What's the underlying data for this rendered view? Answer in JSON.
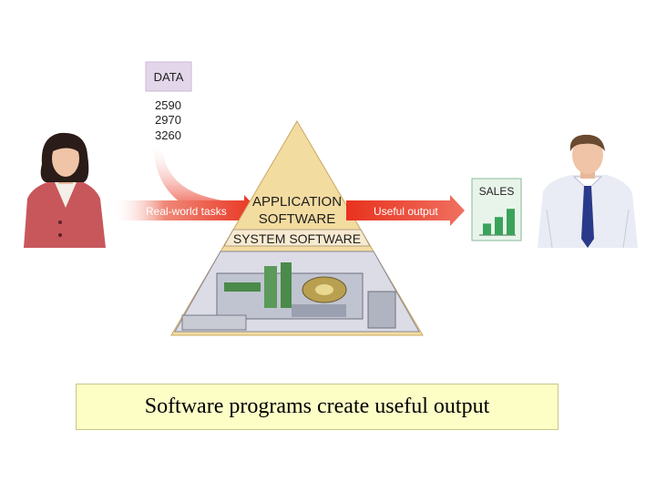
{
  "diagram": {
    "data_box_label": "DATA",
    "data_values": [
      "2590",
      "2970",
      "3260"
    ],
    "input_arrow_label": "Real-world tasks",
    "output_arrow_label": "Useful output",
    "pyramid_top_line1": "APPLICATION",
    "pyramid_top_line2": "SOFTWARE",
    "pyramid_middle_label": "SYSTEM SOFTWARE",
    "sales_label": "SALES",
    "sales_bars": [
      0.35,
      0.55,
      0.8
    ]
  },
  "caption": {
    "text": "Software programs create useful output"
  },
  "colors": {
    "arrow": "#e8321e",
    "pyramid": "#f3dca0",
    "data_box": "#e3d6ea",
    "sales_chart": "#3aa35a",
    "caption_bg": "#fdfdc6"
  }
}
